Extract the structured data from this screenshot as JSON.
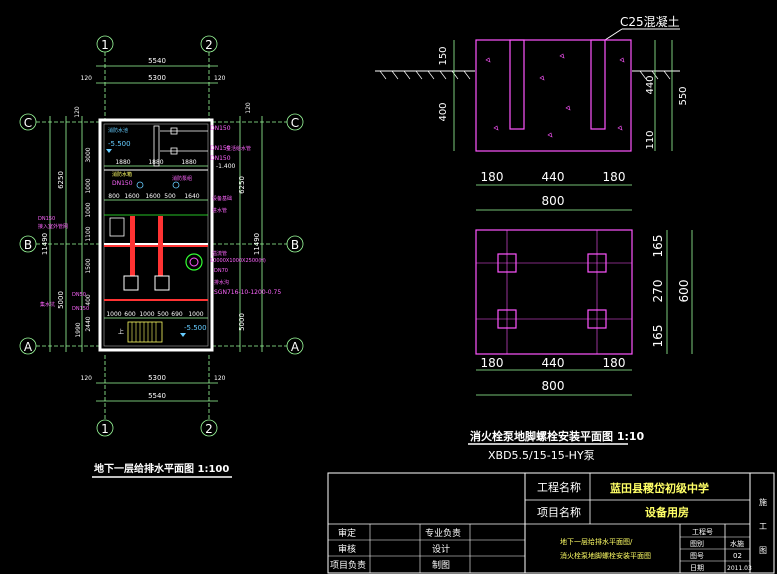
{
  "drawing": {
    "plan_title": "地下一层给排水平面图 1:100",
    "detail_title": "消火栓泵地脚螺栓安装平面图 1:10",
    "pump_model": "XBD5.5/15-15-HY泵",
    "concrete_label": "C25混凝土"
  },
  "axes": {
    "col_1": "1",
    "col_2": "2",
    "row_A": "A",
    "row_B": "B",
    "row_C": "C"
  },
  "plan_dims": {
    "overall_width": "5540",
    "inner_width": "5300",
    "wall": "120",
    "left_total": "11490",
    "right_total": "11490",
    "left_upper": "6250",
    "left_lower": "5000",
    "left_top_wall": "120",
    "left_seg_3000": "3000",
    "left_seg_1000": "1000",
    "left_seg_1100": "1100",
    "left_seg_1500": "1500",
    "left_seg_2440": "2440",
    "left_seg_1990": "1990",
    "left_seg_400": "400",
    "right_upper": "6250",
    "right_lower": "5000",
    "right_top": "120",
    "row1": [
      "1880",
      "1880",
      "1880"
    ],
    "row2": [
      "800",
      "1600",
      "1600",
      "500",
      "1640"
    ],
    "row3": [
      "1000",
      "600",
      "1000",
      "500",
      "690",
      "1000"
    ]
  },
  "plan_labels": {
    "level_top": "-5.500",
    "level_bottom": "-5.500",
    "level_right": "-1.400",
    "dn_labels": [
      "DN150",
      "DN150",
      "DN150",
      "DN150",
      "DN50",
      "DN150",
      "DN70",
      "DN150"
    ],
    "fire_box": "DN150",
    "tank_spec": "10000X1000X2500(H)",
    "pump_spec": "SGN716-10-1200-0.75",
    "up": "上",
    "small_notes": [
      "消防水池",
      "消防水箱",
      "生活给水管",
      "消防泵组",
      "接入室外管网",
      "设备基础",
      "进水管",
      "溢流管",
      "排水沟",
      "集水坑"
    ]
  },
  "detail_dims": {
    "h_150": "150",
    "h_400": "400",
    "h_440": "440",
    "h_550": "550",
    "h_110": "110",
    "top_180a": "180",
    "top_440": "440",
    "top_180b": "180",
    "top_800": "800",
    "v_165a": "165",
    "v_270": "270",
    "v_165b": "165",
    "v_600": "600",
    "bot_180a": "180",
    "bot_440": "440",
    "bot_180b": "180",
    "bot_800": "800"
  },
  "title_block": {
    "project_name_label": "工程名称",
    "project_name": "蓝田县稷岱初级中学",
    "item_name_label": "项目名称",
    "item_name": "设备用房",
    "drawing_names": [
      "地下一层给排水平面图/",
      "消火栓泵地脚螺栓安装平面图"
    ],
    "review": "审定",
    "check": "审核",
    "project_lead": "项目负责",
    "specialty_lead": "专业负责",
    "design": "设计",
    "drafting": "制图",
    "project_no_label": "工程号",
    "discipline_label": "图别",
    "discipline": "水施",
    "sheet_no_label": "图号",
    "sheet_no": "02",
    "date_label": "日期",
    "date": "2011.03",
    "side_marks": [
      "施",
      "工",
      "图"
    ]
  },
  "colors": {
    "outline": "#ffffff",
    "dimension": "#b0ffb0",
    "detail": "#ff66ff",
    "cyan": "#66ccff",
    "yellow": "#ffff66",
    "red": "#ff3333",
    "green": "#33ff33",
    "magenta": "#ff00ff"
  }
}
